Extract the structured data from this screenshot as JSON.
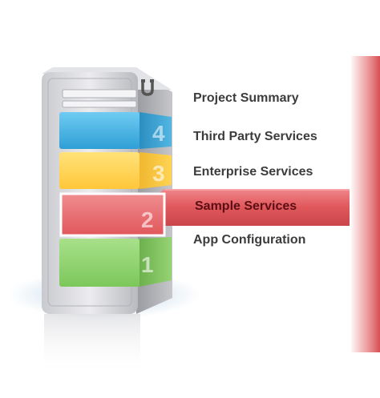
{
  "menu": {
    "items": [
      {
        "label": "Project Summary",
        "layer": "",
        "color": ""
      },
      {
        "label": "Third Party Services",
        "layer": "4",
        "color": "#3fb3e8"
      },
      {
        "label": "Enterprise Services",
        "layer": "3",
        "color": "#ffd447"
      },
      {
        "label": "Sample Services",
        "layer": "2",
        "color": "#e8676b",
        "selected": true
      },
      {
        "label": "App Configuration",
        "layer": "1",
        "color": "#8ed46c"
      }
    ]
  },
  "colors": {
    "server_body": "#d8d8dc",
    "highlight_band": "#d9575c",
    "right_glow": "#e0575b"
  },
  "icons": [
    "magnet-icon"
  ]
}
